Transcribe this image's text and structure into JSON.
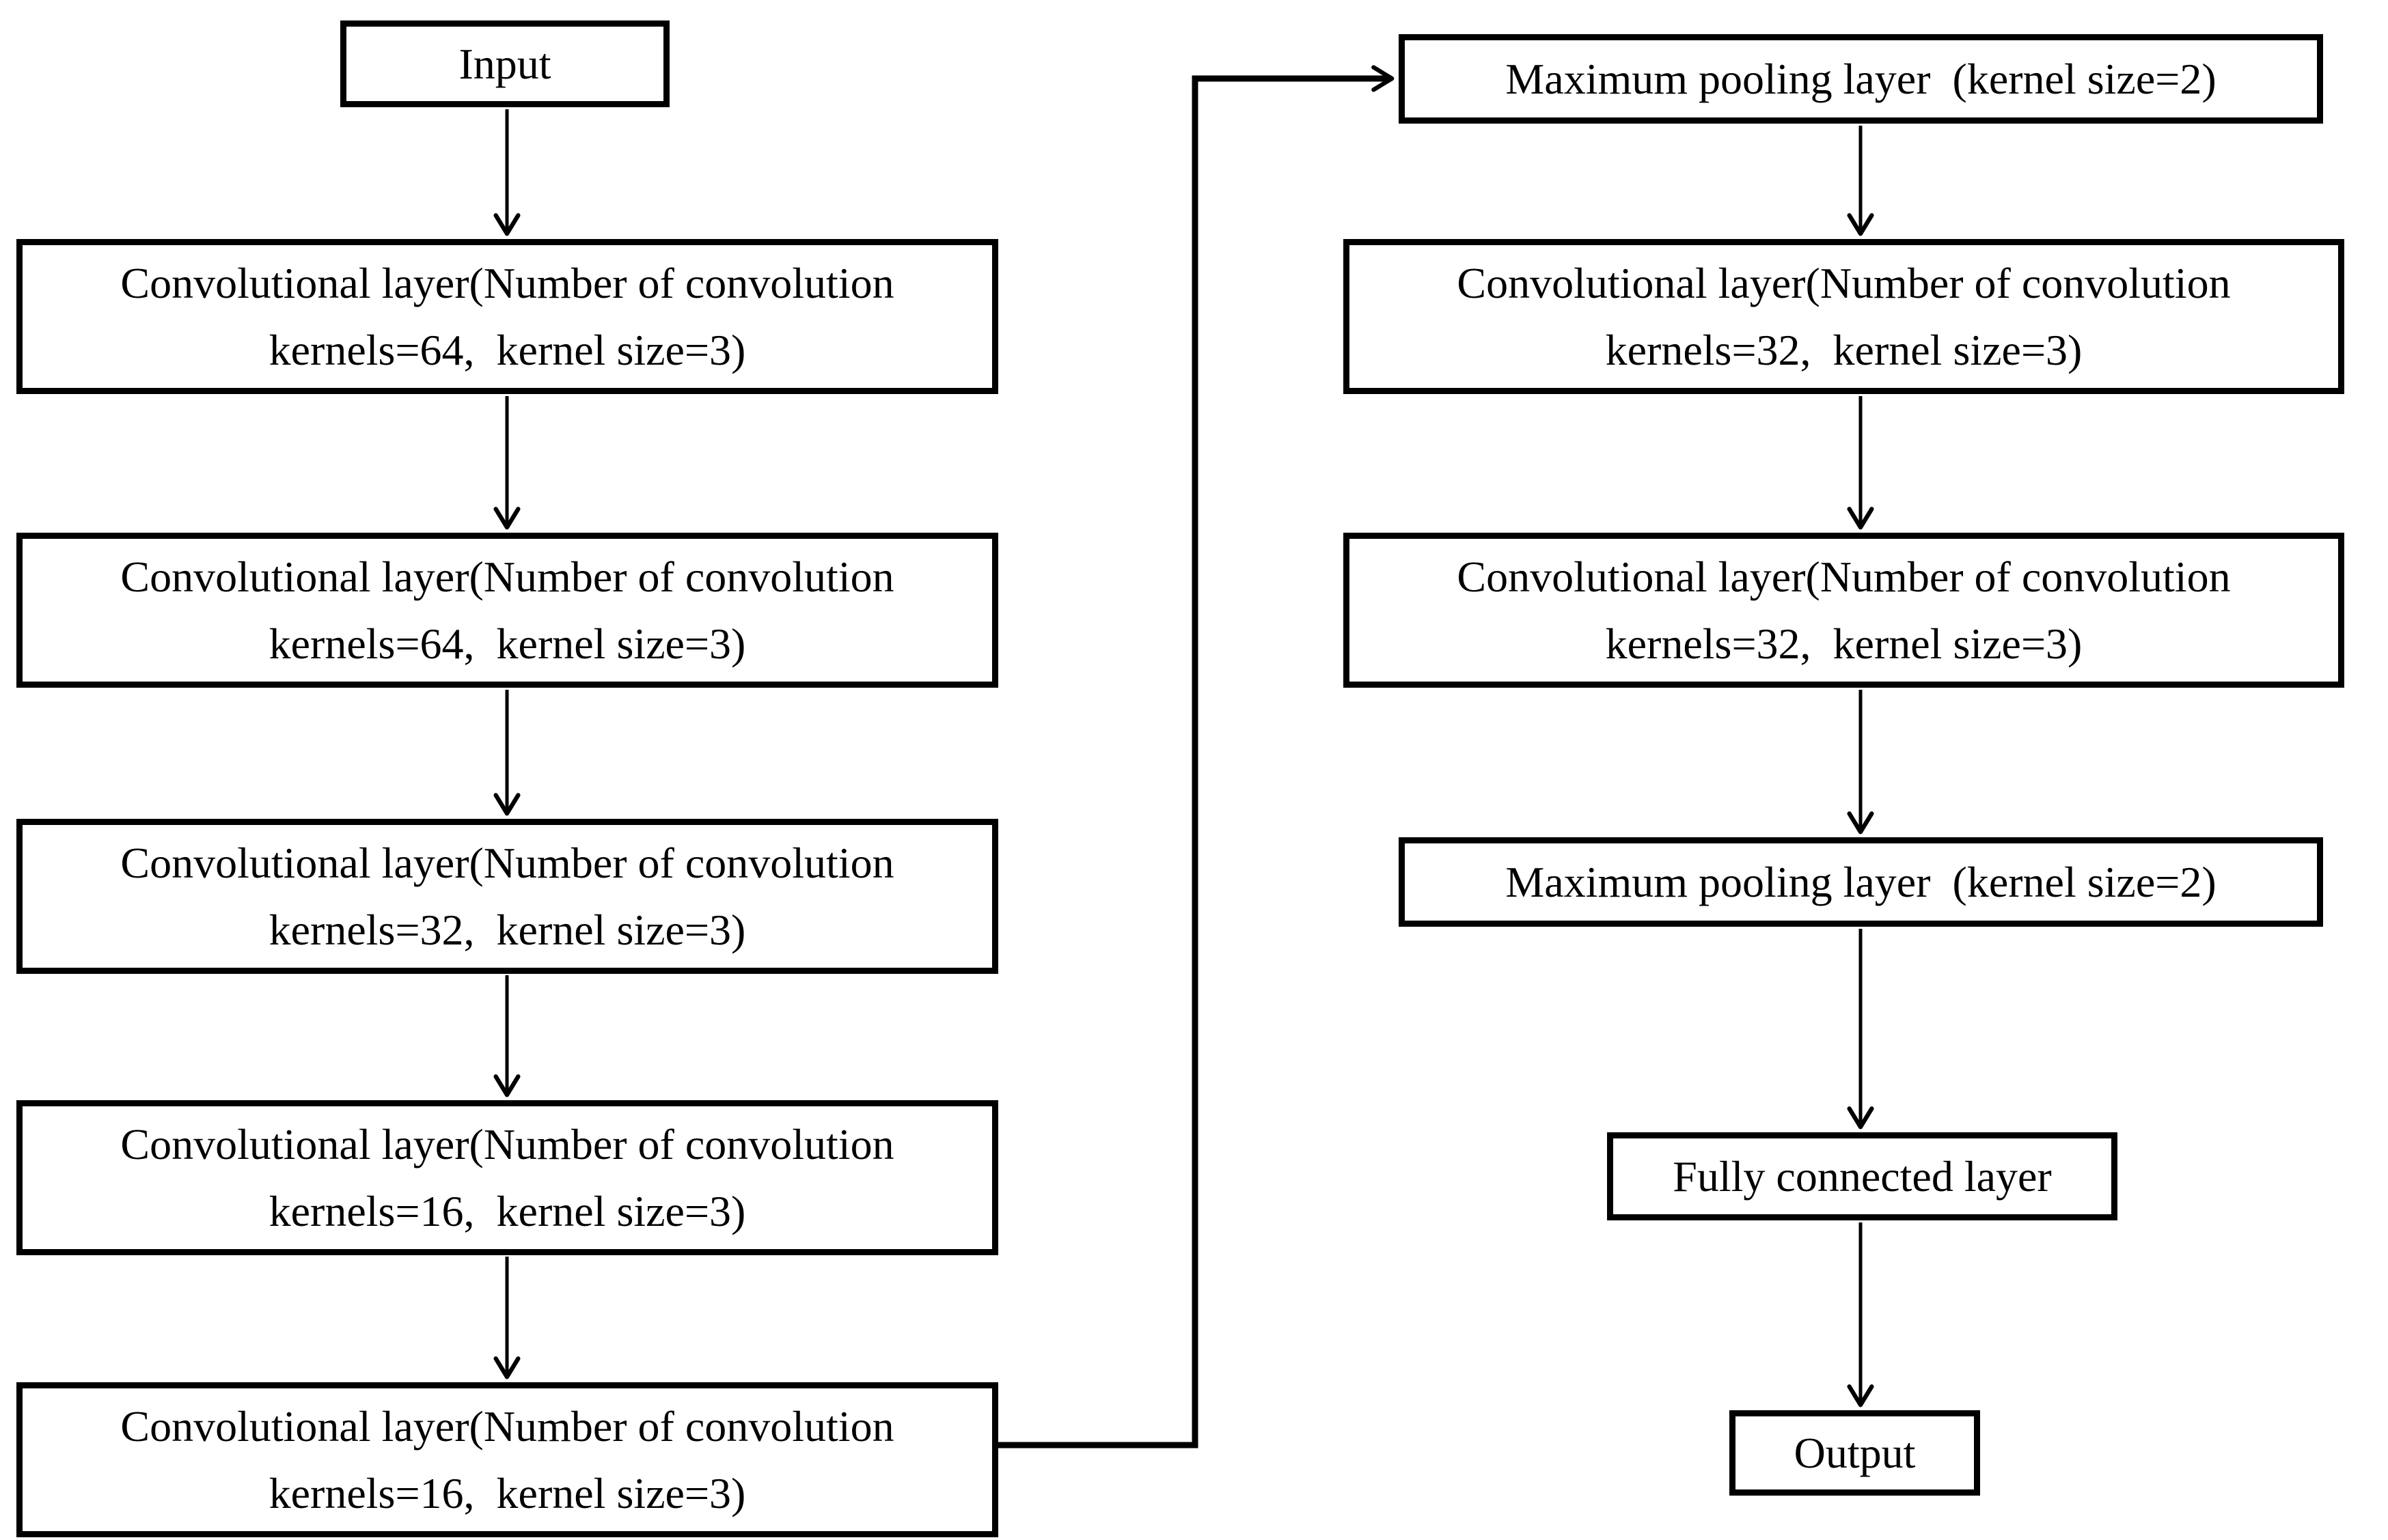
{
  "diagram": {
    "type": "flowchart",
    "subject": "CNN architecture",
    "colors": {
      "background": "#ffffff",
      "node_fill": "#ffffff",
      "node_border": "#000000",
      "text": "#000000",
      "arrow": "#000000"
    },
    "nodes": {
      "input": {
        "lines": [
          "Input"
        ]
      },
      "conv_l1": {
        "lines": [
          "Convolutional layer(Number of convolution",
          "kernels=64,  kernel size=3)"
        ]
      },
      "conv_l2": {
        "lines": [
          "Convolutional layer(Number of convolution",
          "kernels=64,  kernel size=3)"
        ]
      },
      "conv_l3": {
        "lines": [
          "Convolutional layer(Number of convolution",
          "kernels=32,  kernel size=3)"
        ]
      },
      "conv_l4": {
        "lines": [
          "Convolutional layer(Number of convolution",
          "kernels=16,  kernel size=3)"
        ]
      },
      "conv_l5": {
        "lines": [
          "Convolutional layer(Number of convolution",
          "kernels=16,  kernel size=3)"
        ]
      },
      "maxpool_1": {
        "lines": [
          "Maximum pooling layer  (kernel size=2)"
        ]
      },
      "conv_r1": {
        "lines": [
          "Convolutional layer(Number of convolution",
          "kernels=32,  kernel size=3)"
        ]
      },
      "conv_r2": {
        "lines": [
          "Convolutional layer(Number of convolution",
          "kernels=32,  kernel size=3)"
        ]
      },
      "maxpool_2": {
        "lines": [
          "Maximum pooling layer  (kernel size=2)"
        ]
      },
      "fully_connected": {
        "lines": [
          "Fully connected layer"
        ]
      },
      "output": {
        "lines": [
          "Output"
        ]
      }
    },
    "edges": [
      "input -> conv_l1",
      "conv_l1 -> conv_l2",
      "conv_l2 -> conv_l3",
      "conv_l3 -> conv_l4",
      "conv_l4 -> conv_l5",
      "conv_l5 -> maxpool_1",
      "maxpool_1 -> conv_r1",
      "conv_r1 -> conv_r2",
      "conv_r2 -> maxpool_2",
      "maxpool_2 -> fully_connected",
      "fully_connected -> output"
    ]
  }
}
